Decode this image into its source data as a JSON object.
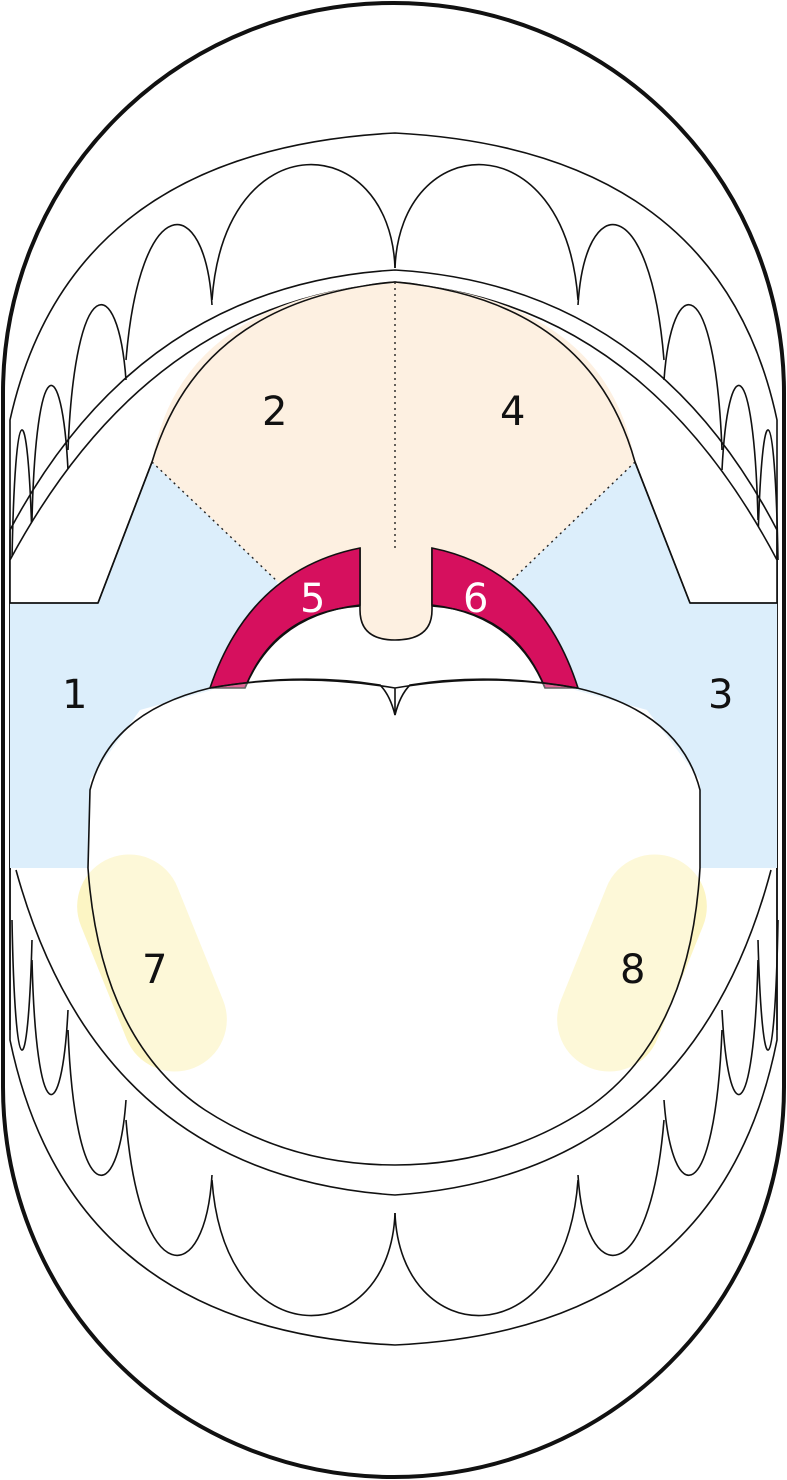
{
  "diagram": {
    "colors": {
      "blue_zone": "#dceefb",
      "peach_zone": "#fdf0e1",
      "magenta_arch": "#d6105e",
      "yellow_zone": "#fcf5c4",
      "outline": "#111111"
    },
    "regions": [
      {
        "id": "1",
        "label": "1"
      },
      {
        "id": "2",
        "label": "2"
      },
      {
        "id": "3",
        "label": "3"
      },
      {
        "id": "4",
        "label": "4"
      },
      {
        "id": "5",
        "label": "5"
      },
      {
        "id": "6",
        "label": "6"
      },
      {
        "id": "7",
        "label": "7"
      },
      {
        "id": "8",
        "label": "8"
      }
    ]
  }
}
